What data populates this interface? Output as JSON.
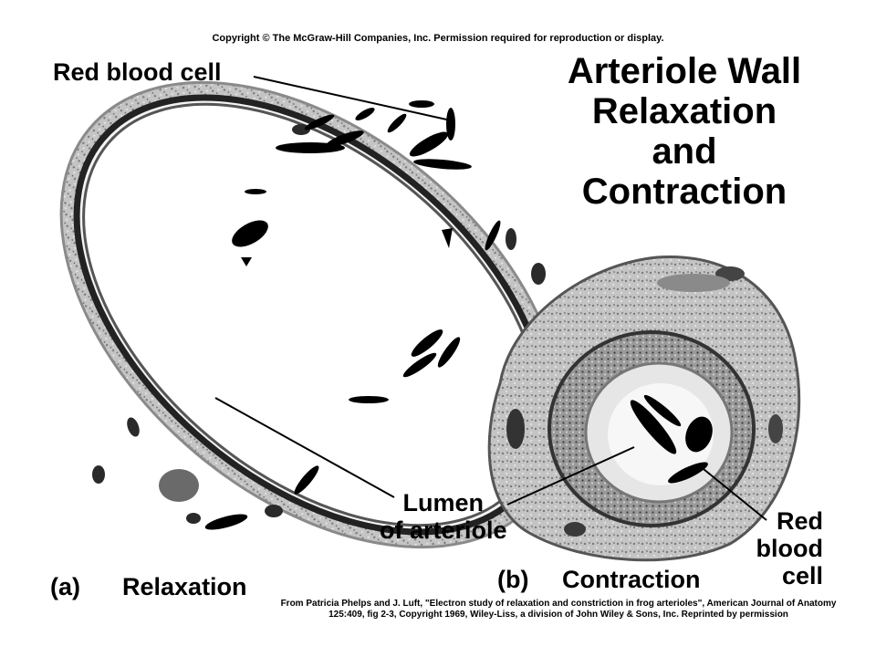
{
  "copyright": "Copyright © The McGraw-Hill Companies, Inc. Permission required for reproduction or display.",
  "title": [
    "Arteriole Wall",
    "Relaxation",
    "and",
    "Contraction"
  ],
  "labels": {
    "rbc_a": "Red blood cell",
    "lumen": [
      "Lumen",
      "of arteriole"
    ],
    "rbc_b": [
      "Red",
      "blood",
      "cell"
    ]
  },
  "panels": {
    "a": {
      "letter": "(a)",
      "caption": "Relaxation"
    },
    "b": {
      "letter": "(b)",
      "caption": "Contraction"
    }
  },
  "credit": "From Patricia Phelps and J. Luft, \"Electron study of relaxation and constriction in frog arterioles\", American Journal of Anatomy 125:409, fig 2-3, Copyright 1969, Wiley-Liss, a division of John Wiley & Sons, Inc. Reprinted by permission",
  "colors": {
    "ink": "#000000",
    "tissue": "#bdbdbd",
    "lumen": "#ffffff"
  }
}
